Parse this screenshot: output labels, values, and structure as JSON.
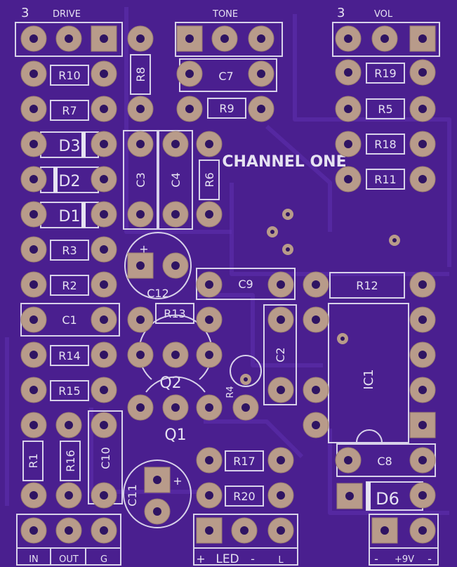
{
  "board": {
    "background": "#4a1f8f",
    "silkscreen": "#e6e2f2",
    "pad_color": "#b89b8a",
    "title": "CHANNEL ONE"
  },
  "pots": [
    {
      "name": "DRIVE",
      "number": "3"
    },
    {
      "name": "TONE",
      "number": ""
    },
    {
      "name": "VOL",
      "number": "3"
    }
  ],
  "resistors": [
    "R10",
    "R7",
    "R3",
    "R2",
    "R14",
    "R15",
    "R1",
    "R16",
    "R8",
    "R9",
    "R6",
    "R13",
    "R4",
    "R17",
    "R20",
    "R19",
    "R5",
    "R18",
    "R11",
    "R12"
  ],
  "capacitors": [
    "C7",
    "C3",
    "C4",
    "C12",
    "C9",
    "C1",
    "C2",
    "C10",
    "C11",
    "C8"
  ],
  "diodes": [
    "D3",
    "D2",
    "D1",
    "D6"
  ],
  "transistors": [
    "Q2",
    "Q1"
  ],
  "ic": "IC1",
  "connectors": {
    "bottom_left": [
      "IN",
      "OUT",
      "G"
    ],
    "led": {
      "plus": "+",
      "label": "LED",
      "minus": "-",
      "extra": "L"
    },
    "power": {
      "minus": "-",
      "label": "+9V",
      "extra": "-"
    }
  },
  "polarity": {
    "c12_plus": "+",
    "c11_plus": "+"
  }
}
